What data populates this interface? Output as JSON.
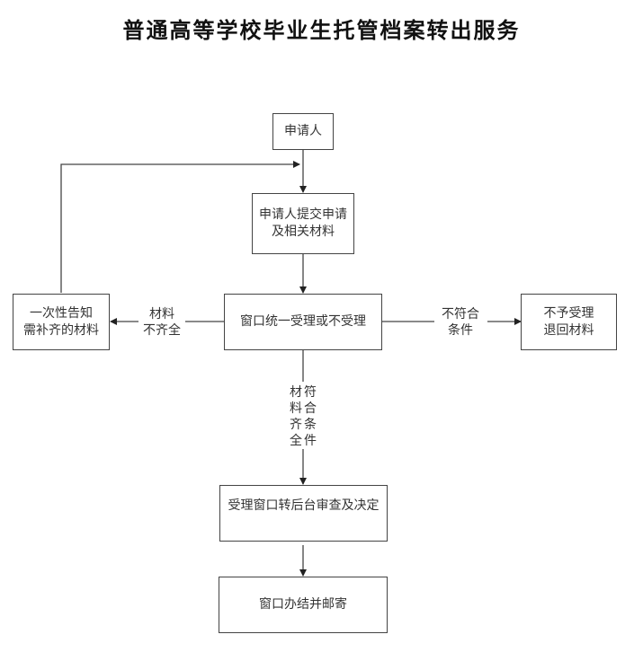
{
  "title": "普通高等学校毕业生托管档案转出服务",
  "nodes": {
    "applicant": "申请人",
    "submit": [
      "申请人提交申请",
      "及相关材料"
    ],
    "window": "窗口统一受理或不受理",
    "notify": [
      "一次性告知",
      "需补齐的材料"
    ],
    "reject": [
      "不予受理",
      "退回材料"
    ],
    "review": "受理窗口转后台审查及决定",
    "finish": "窗口办结并邮寄"
  },
  "edges": {
    "incomplete": [
      "材料",
      "不齐全"
    ],
    "not_qualified": [
      "不符合",
      "条件"
    ],
    "complete_col1": [
      "材",
      "料",
      "齐",
      "全"
    ],
    "complete_col2": [
      "符",
      "合",
      "条",
      "件"
    ]
  }
}
